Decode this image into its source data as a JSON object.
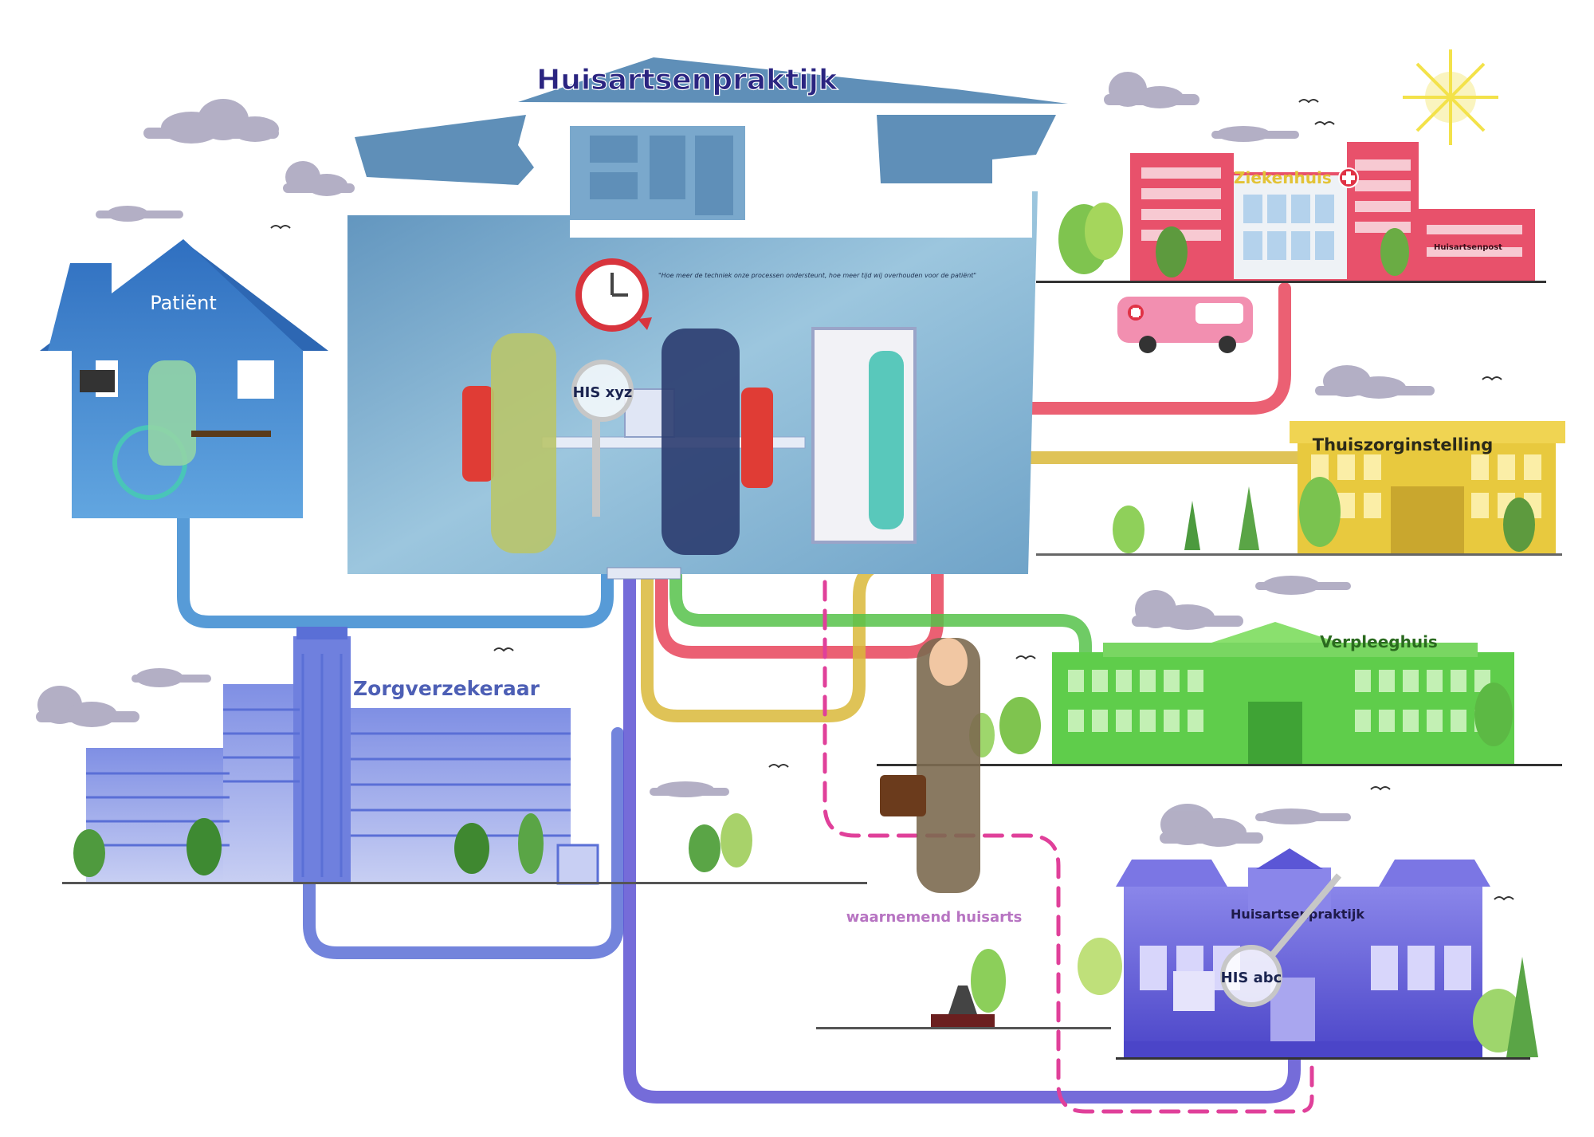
{
  "colors": {
    "practice": "#6fa3c8",
    "patient": "#3f84cc",
    "hospital": "#e8516b",
    "homecare": "#e3c336",
    "nursing": "#4cc23f",
    "insurer": "#5a6fd6",
    "gp_other": "#5b56d6",
    "locum": "#e0409a",
    "connector_blue": "#3a8ad0",
    "connector_red": "#e8445a",
    "connector_yellow": "#d9b93a",
    "connector_green": "#56c24a",
    "connector_purple": "#5d52d2",
    "sun": "#f3e24a",
    "cloud": "#9c98b2"
  },
  "main_practice": {
    "title": "Huisartsenpraktijk",
    "quote": "\"Hoe meer de techniek onze processen ondersteunt, hoe meer tijd wij overhouden voor de patiënt\"",
    "his_label": "HIS xyz"
  },
  "patient": {
    "label": "Patiënt"
  },
  "hospital": {
    "label": "Ziekenhuis",
    "post_label": "Huisartsenpost"
  },
  "homecare": {
    "label": "Thuiszorginstelling"
  },
  "nursing_home": {
    "label": "Verpleeghuis"
  },
  "insurer": {
    "label": "Zorgverzekeraar"
  },
  "locum": {
    "label": "waarnemend huisarts"
  },
  "other_practice": {
    "label": "Huisartsenpraktijk",
    "his_label": "HIS abc"
  }
}
